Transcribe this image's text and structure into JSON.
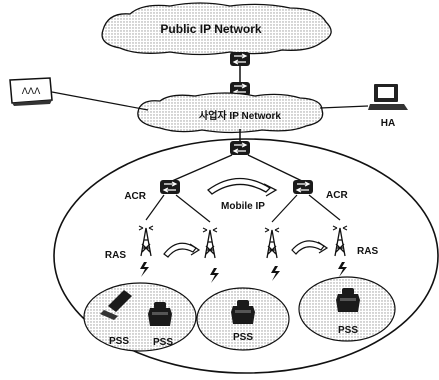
{
  "clouds": {
    "public": "Public IP Network",
    "operator": "사업자 IP Network"
  },
  "labels": {
    "ha": "HA",
    "acr_left": "ACR",
    "acr_right": "ACR",
    "mobile_ip": "Mobile IP",
    "ras_left": "RAS",
    "ras_right": "RAS",
    "pss_1": "PSS",
    "pss_2": "PSS",
    "pss_3": "PSS",
    "pss_4": "PSS"
  },
  "devices": {
    "aaa_box_glyph": "ΛΛΛ"
  },
  "icons": [
    "router-icon",
    "antenna-icon",
    "lightning-icon",
    "laptop-icon",
    "phone-icon",
    "server-icon",
    "curved-arrow-icon"
  ]
}
